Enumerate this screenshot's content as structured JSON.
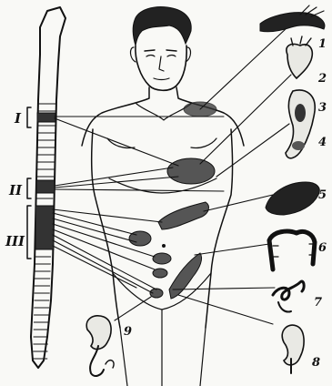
{
  "figure": {
    "spinal_segment_labels": [
      {
        "id": "I",
        "text": "I"
      },
      {
        "id": "II",
        "text": "II"
      },
      {
        "id": "III",
        "text": "III"
      }
    ],
    "organ_labels": [
      "1",
      "2",
      "3",
      "4",
      "5",
      "6",
      "7",
      "8",
      "9"
    ]
  }
}
